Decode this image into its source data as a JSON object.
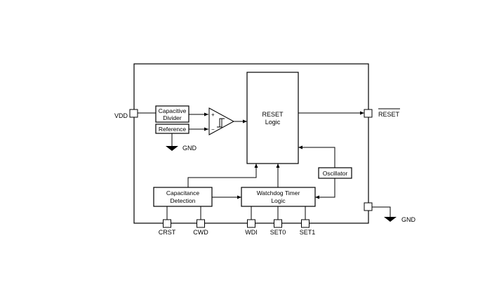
{
  "blocks": {
    "capacitive_divider": [
      "Capacitive",
      "Divider"
    ],
    "reference": "Reference",
    "reset_logic": [
      "RESET",
      "Logic"
    ],
    "oscillator": "Oscillator",
    "capacitance_detection": [
      "Capacitance",
      "Detection"
    ],
    "watchdog_logic": [
      "Watchdog Timer",
      "Logic"
    ]
  },
  "comparator": {
    "plus": "+",
    "minus": "−"
  },
  "pins": {
    "vdd": "VDD",
    "reset_out": "RESET",
    "crst": "CRST",
    "cwd": "CWD",
    "wdi": "WDI",
    "set0": "SET0",
    "set1": "SET1"
  },
  "grounds": {
    "internal": "GND",
    "external": "GND"
  }
}
